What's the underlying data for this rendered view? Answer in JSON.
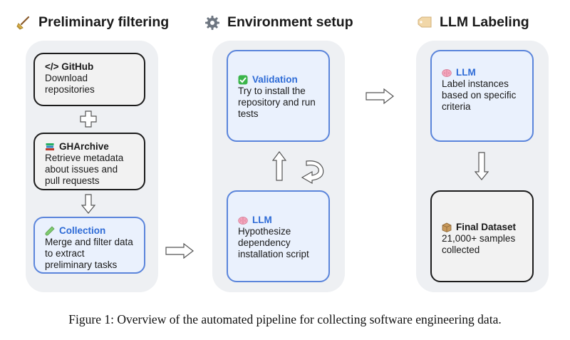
{
  "stages": [
    {
      "title": "Preliminary filtering",
      "icon": "broom-icon"
    },
    {
      "title": "Environment setup",
      "icon": "gear-icon"
    },
    {
      "title": "LLM Labeling",
      "icon": "label-tag-icon"
    }
  ],
  "cards": {
    "github": {
      "title": "</> GitHub",
      "body": "Download repositories"
    },
    "gharchive": {
      "title": "GHArchive",
      "body": "Retrieve metadata about issues and pull requests",
      "icon": "books-icon"
    },
    "collection": {
      "title": "Collection",
      "body": "Merge and filter data to extract preliminary tasks",
      "icon": "test-tube-icon"
    },
    "validation": {
      "title": "Validation",
      "body": "Try to install the repository and run tests",
      "icon": "check-mark-icon"
    },
    "llm_setup": {
      "title": "LLM",
      "body": "Hypothesize dependency installation script",
      "icon": "brain-icon"
    },
    "llm_label": {
      "title": "LLM",
      "body": "Label instances based on specific criteria",
      "icon": "brain-icon"
    },
    "final": {
      "title": "Final Dataset",
      "body": "21,000+ samples collected",
      "icon": "package-icon"
    }
  },
  "colors": {
    "panel": "#eef0f3",
    "blue_border": "#5b85db",
    "blue_fill": "#eaf1fd",
    "blue_text": "#2e6bd6",
    "dark_border": "#1c1c1c"
  },
  "caption": "Figure 1: Overview of the automated pipeline for collecting software engineering data."
}
